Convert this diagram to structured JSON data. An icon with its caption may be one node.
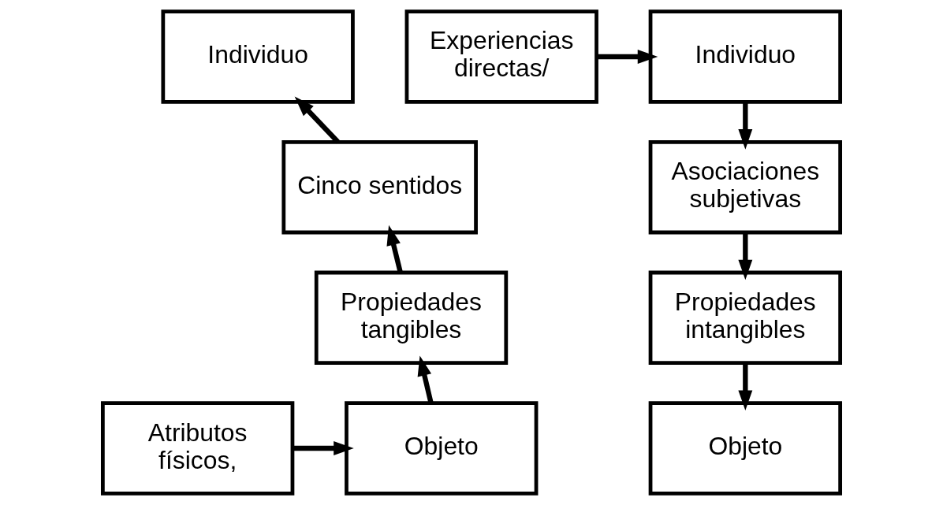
{
  "diagram": {
    "nodes": [
      {
        "text": [
          "Individuo"
        ]
      },
      {
        "text": [
          "Cinco sentidos"
        ]
      },
      {
        "text": [
          "Propiedades tangibles"
        ]
      },
      {
        "text": [
          "Objeto"
        ]
      },
      {
        "text": [
          "Atributos físicos,"
        ]
      },
      {
        "text": [
          "Individuo"
        ]
      },
      {
        "text": [
          "Experiencias directas/"
        ]
      },
      {
        "text": [
          "Asociaciones subjetivas"
        ]
      },
      {
        "text": [
          "Propiedades intangibles"
        ]
      },
      {
        "text": [
          "Objeto"
        ]
      }
    ],
    "edges": [
      {
        "from": 4,
        "to": 3,
        "arrow": "to"
      },
      {
        "from": 3,
        "to": 2,
        "arrow": "to"
      },
      {
        "from": 2,
        "to": 1,
        "arrow": "to"
      },
      {
        "from": 1,
        "to": 0,
        "arrow": "to"
      },
      {
        "from": 6,
        "to": 5,
        "arrow": "to"
      },
      {
        "from": 5,
        "to": 7,
        "arrow": "to"
      },
      {
        "from": 7,
        "to": 8,
        "arrow": "to"
      },
      {
        "from": 8,
        "to": 9,
        "arrow": "to"
      }
    ]
  }
}
